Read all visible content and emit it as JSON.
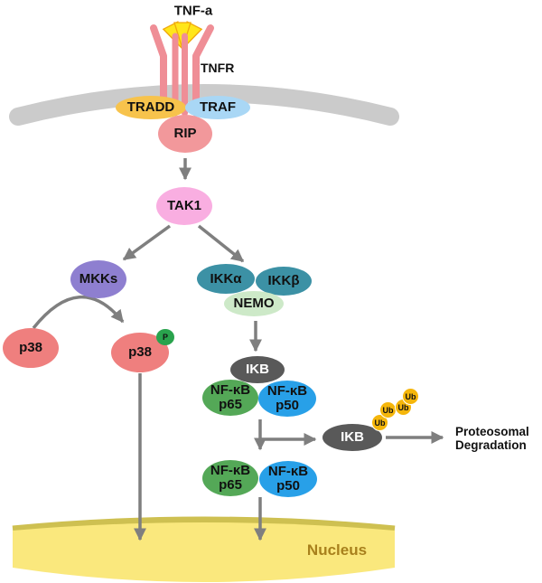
{
  "labels": {
    "ligand": "TNF-a",
    "receptor": "TNFR",
    "degradation_line1": "Proteosomal",
    "degradation_line2": "Degradation",
    "nucleus": "Nucleus"
  },
  "nodes": {
    "tradd": {
      "label": "TRADD"
    },
    "traf": {
      "label": "TRAF"
    },
    "rip": {
      "label": "RIP"
    },
    "tak1": {
      "label": "TAK1"
    },
    "mkks": {
      "label": "MKKs"
    },
    "ikka": {
      "label": "IKKα"
    },
    "ikkb": {
      "label": "IKKβ"
    },
    "nemo": {
      "label": "NEMO"
    },
    "p38": {
      "label": "p38"
    },
    "phospho": {
      "label": "P"
    },
    "ikb": {
      "label": "IKB"
    },
    "nfkb_p65": {
      "line1": "NF-κB",
      "line2": "p65"
    },
    "nfkb_p50": {
      "line1": "NF-κB",
      "line2": "p50"
    },
    "ub": {
      "label": "Ub"
    }
  },
  "edges": [
    {
      "from": "TNF-a/TNFR complex (RIP)",
      "to": "TAK1"
    },
    {
      "from": "TAK1",
      "to": "MKKs"
    },
    {
      "from": "TAK1",
      "to": "IKK complex (IKKα/IKKβ/NEMO)"
    },
    {
      "from": "p38",
      "to": "p38-P (phosphorylation)"
    },
    {
      "from": "NEMO",
      "to": "IKB / NF-κB p65 p50 complex"
    },
    {
      "from": "IKB/NF-κB complex",
      "to": "NF-κB p65 p50 (released)"
    },
    {
      "from": "IKB/NF-κB complex",
      "to": "IKB (ubiquitinated)"
    },
    {
      "from": "IKB (ubiquitinated)",
      "to": "Proteosomal Degradation"
    },
    {
      "from": "p38-P",
      "to": "Nucleus"
    },
    {
      "from": "NF-κB p65 p50",
      "to": "Nucleus"
    }
  ],
  "colors": {
    "arrow": "#7F7F7F",
    "membrane": "#CBCBCB",
    "receptor_bar": "#EF8E96",
    "tnf_triangle": "#FFE61A",
    "tnf_triangle_edge": "#F0A80C",
    "tradd": "#F7C34C",
    "traf": "#A9D7F5",
    "rip": "#F2989B",
    "tak1": "#F9AEE1",
    "mkks": "#8E7FD0",
    "ikk": "#3C91A5",
    "nemo": "#CDE9C8",
    "p38": "#EF7F7E",
    "phospho": "#29A34D",
    "ikb": "#595959",
    "nfkb_p65": "#54A857",
    "nfkb_p50": "#28A0E8",
    "ub": "#F5B60B",
    "nucleus_fill": "#FAE87D",
    "nucleus_border": "#CEC051",
    "nucleus_text": "#A8801C"
  }
}
